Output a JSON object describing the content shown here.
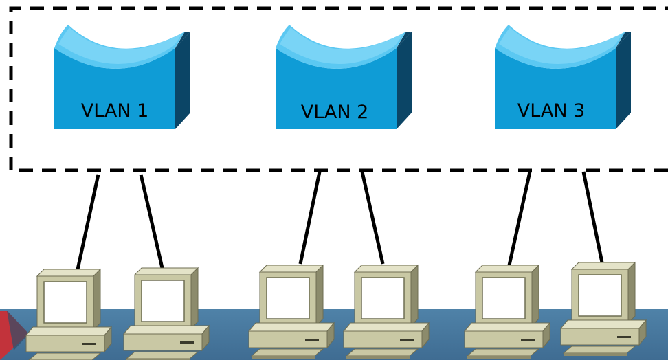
{
  "vlans": [
    {
      "label": "VLAN 1"
    },
    {
      "label": "VLAN 2"
    },
    {
      "label": "VLAN 3"
    }
  ],
  "colors": {
    "switch_front": "#0f9cd6",
    "switch_top": "#5bc8f2",
    "switch_top_light": "#8ddcf8",
    "switch_side": "#0b4566",
    "computer_beige": "#c9c8a4",
    "computer_shade": "#8c8b6c",
    "footer_band": "#4a7aa0",
    "footer_accent": "#c2333b",
    "dashed_border": "#000000"
  },
  "icons": {
    "switch": "vlan-switch-icon",
    "computer": "desktop-computer-icon"
  }
}
